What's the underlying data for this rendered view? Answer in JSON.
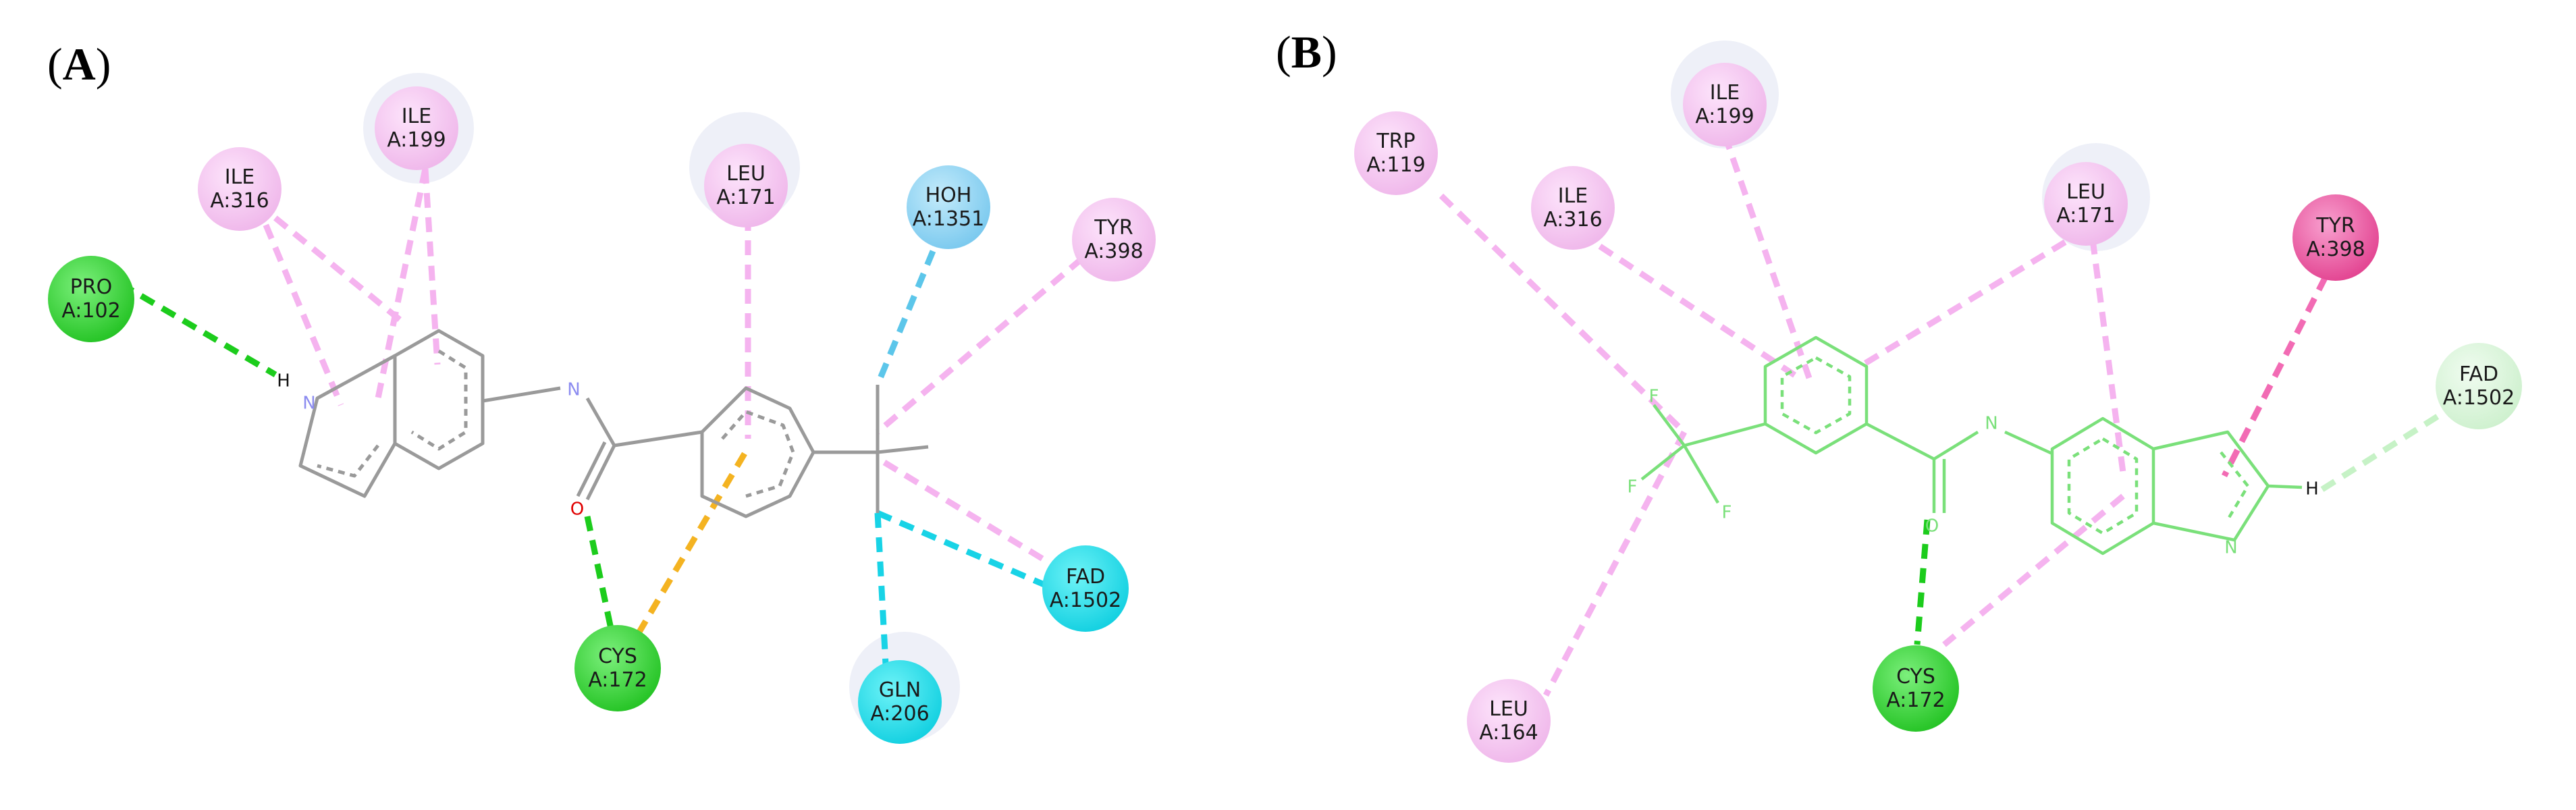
{
  "panels": [
    {
      "label": "A",
      "residues": [
        {
          "id": "pro102",
          "name": "PRO",
          "code": "A:102",
          "kind": "green"
        },
        {
          "id": "ile316",
          "name": "ILE",
          "code": "A:316",
          "kind": "pink"
        },
        {
          "id": "ile199",
          "name": "ILE",
          "code": "A:199",
          "kind": "pink",
          "halo": true
        },
        {
          "id": "leu171",
          "name": "LEU",
          "code": "A:171",
          "kind": "pink",
          "halo": true
        },
        {
          "id": "hoh1351",
          "name": "HOH",
          "code": "A:1351",
          "kind": "water"
        },
        {
          "id": "tyr398",
          "name": "TYR",
          "code": "A:398",
          "kind": "pink"
        },
        {
          "id": "fad1502",
          "name": "FAD",
          "code": "A:1502",
          "kind": "cyan"
        },
        {
          "id": "gln206",
          "name": "GLN",
          "code": "A:206",
          "kind": "cyan",
          "halo": true
        },
        {
          "id": "cys172",
          "name": "CYS",
          "code": "A:172",
          "kind": "green"
        }
      ],
      "atoms": [
        {
          "id": "h",
          "text": "H",
          "color": "#111111"
        },
        {
          "id": "n1",
          "text": "N",
          "color": "#8c8cf0"
        },
        {
          "id": "n2",
          "text": "N",
          "color": "#8c8cf0"
        },
        {
          "id": "o",
          "text": "O",
          "color": "#e00000"
        }
      ]
    },
    {
      "label": "B",
      "residues": [
        {
          "id": "trp119",
          "name": "TRP",
          "code": "A:119",
          "kind": "pink"
        },
        {
          "id": "ile316",
          "name": "ILE",
          "code": "A:316",
          "kind": "pink"
        },
        {
          "id": "ile199",
          "name": "ILE",
          "code": "A:199",
          "kind": "pink",
          "halo": true
        },
        {
          "id": "leu171",
          "name": "LEU",
          "code": "A:171",
          "kind": "pink",
          "halo": true
        },
        {
          "id": "tyr398",
          "name": "TYR",
          "code": "A:398",
          "kind": "magenta"
        },
        {
          "id": "fad1502",
          "name": "FAD",
          "code": "A:1502",
          "kind": "lightgreen"
        },
        {
          "id": "leu164",
          "name": "LEU",
          "code": "A:164",
          "kind": "pink"
        },
        {
          "id": "cys172",
          "name": "CYS",
          "code": "A:172",
          "kind": "green"
        }
      ],
      "atoms": [
        {
          "id": "f1",
          "text": "F",
          "color": "#7ae07a"
        },
        {
          "id": "f2",
          "text": "F",
          "color": "#7ae07a"
        },
        {
          "id": "f3",
          "text": "F",
          "color": "#7ae07a"
        },
        {
          "id": "nh",
          "text": "N",
          "color": "#7ae07a"
        },
        {
          "id": "o",
          "text": "O",
          "color": "#7ae07a"
        },
        {
          "id": "n",
          "text": "N",
          "color": "#7ae07a"
        },
        {
          "id": "h",
          "text": "H",
          "color": "#111111"
        }
      ]
    }
  ],
  "colors": {
    "pink_fill": "#f6c6f3",
    "pink_line": "#f5b3ef",
    "green_fill": "#3fd63f",
    "green_line": "#1ccc1c",
    "cyan_fill": "#24e0ea",
    "cyan_line": "#18d3e6",
    "water_fill": "#8fd3f2",
    "orange_line": "#f4b321",
    "magenta_fill": "#ee5fa8",
    "magenta_line": "#f26bb4",
    "lightgreen_fill": "#d6f5d6",
    "lightgreen_line": "#c6f2c6",
    "ligand_a": "#9a9a9a",
    "ligand_b": "#7ae07a"
  }
}
